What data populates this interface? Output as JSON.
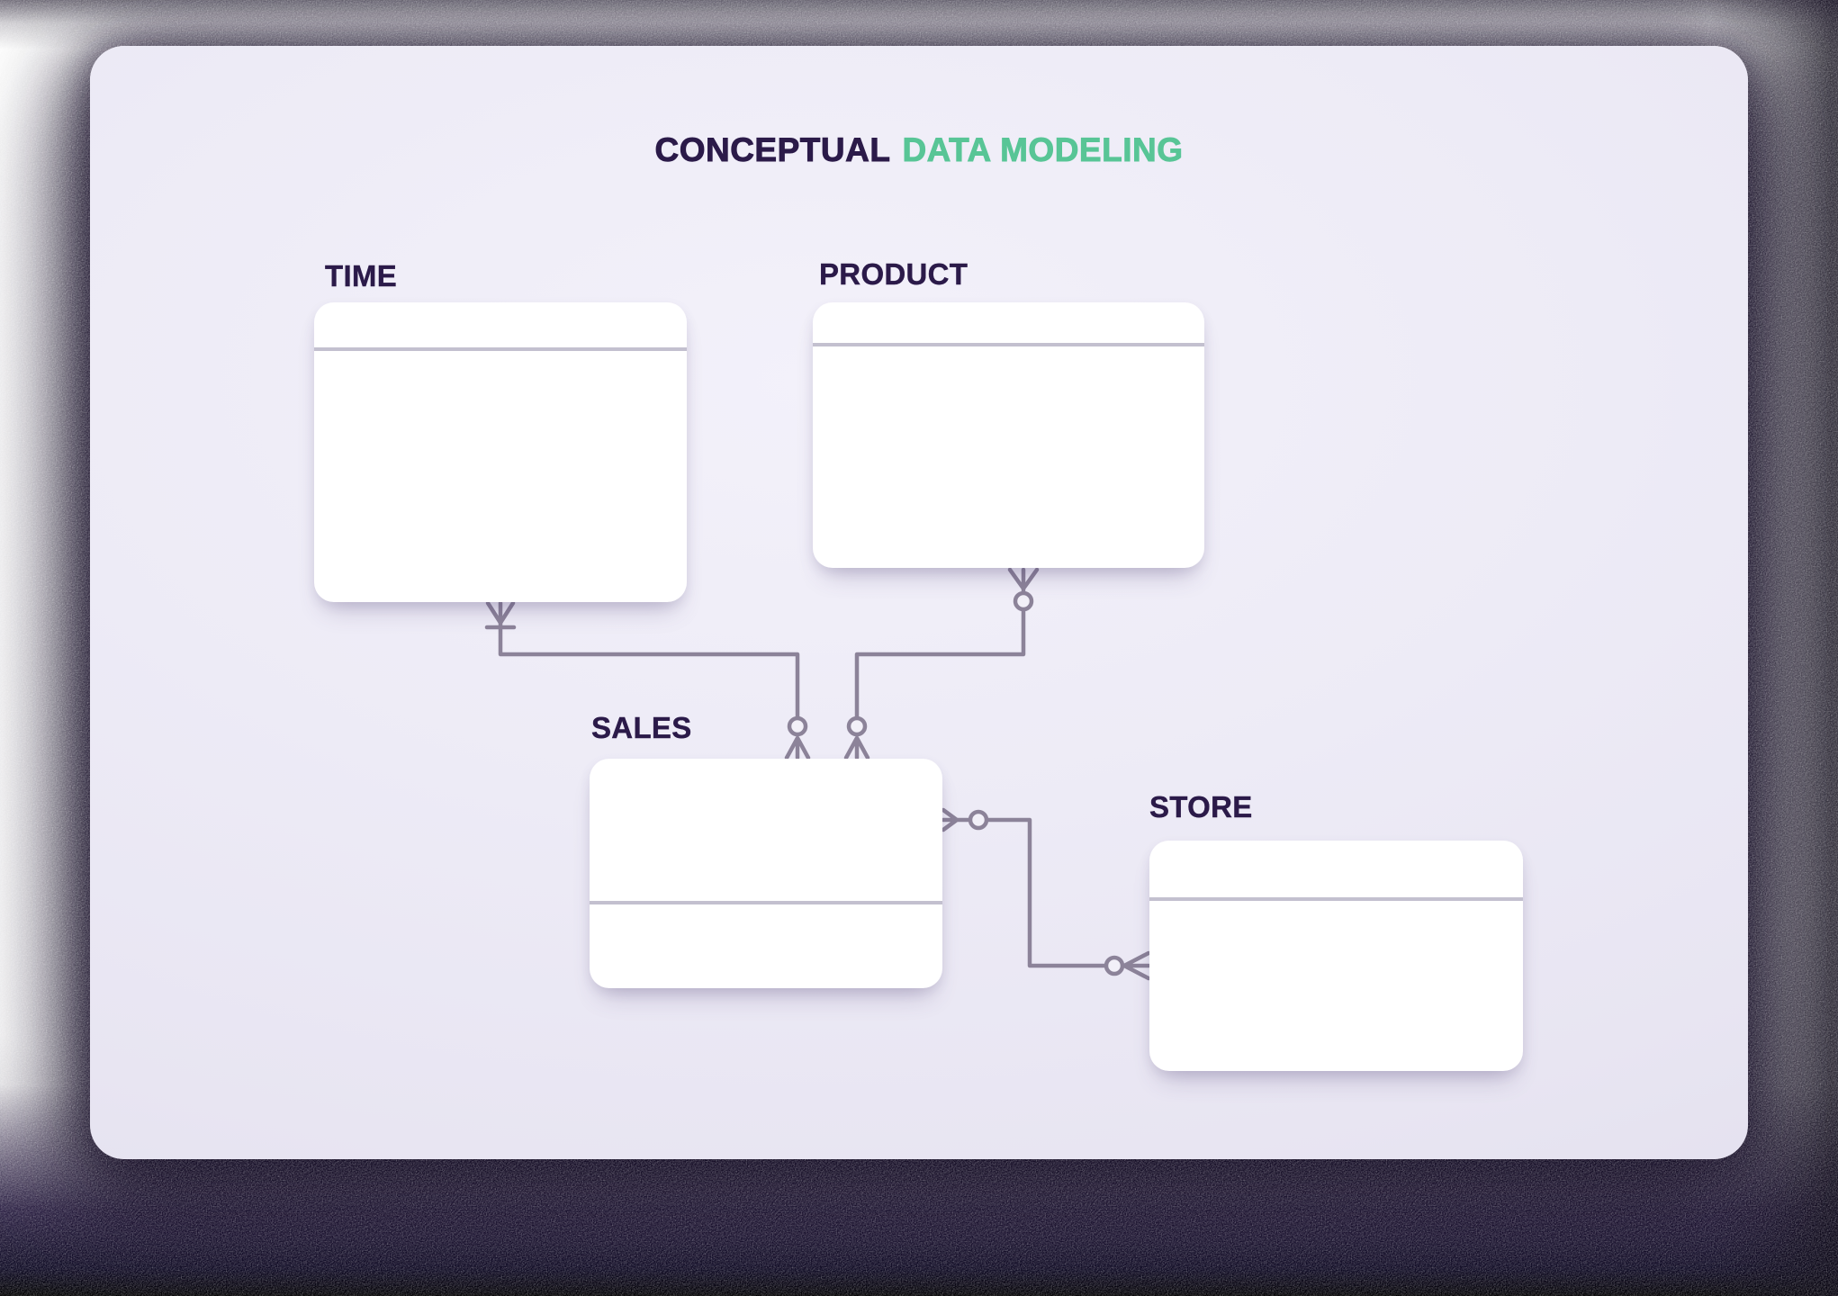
{
  "title": {
    "prefix": "CONCEPTUAL",
    "highlight": "DATA MODELING"
  },
  "diagram": {
    "notation": "crow's foot (conceptual ER diagram)",
    "entities": [
      {
        "id": "time",
        "label": "TIME"
      },
      {
        "id": "product",
        "label": "PRODUCT"
      },
      {
        "id": "sales",
        "label": "SALES"
      },
      {
        "id": "store",
        "label": "STORE"
      }
    ],
    "relationships": [
      {
        "from": "TIME",
        "to": "SALES",
        "from_marker": "crows-foot-with-tick (one or many)",
        "to_marker": "circle-with-crows-foot (zero or many)"
      },
      {
        "from": "PRODUCT",
        "to": "SALES",
        "from_marker": "crows-foot-with-circle (zero or many)",
        "to_marker": "circle-with-crows-foot (zero or many)"
      },
      {
        "from": "SALES",
        "to": "STORE",
        "from_marker": "crows-foot-with-circle (zero or many)",
        "to_marker": "circle-with-crows-foot (zero or many)"
      }
    ]
  },
  "colors": {
    "title_primary": "#2b1a49",
    "title_accent": "#58c596",
    "entity_label": "#2b1a49",
    "panel_background": "#ECEAF5",
    "card_background": "#FFFFFF",
    "card_divider": "#C3C0CF",
    "connector_line": "#8C8399",
    "outer_shadow": "#14082A"
  }
}
